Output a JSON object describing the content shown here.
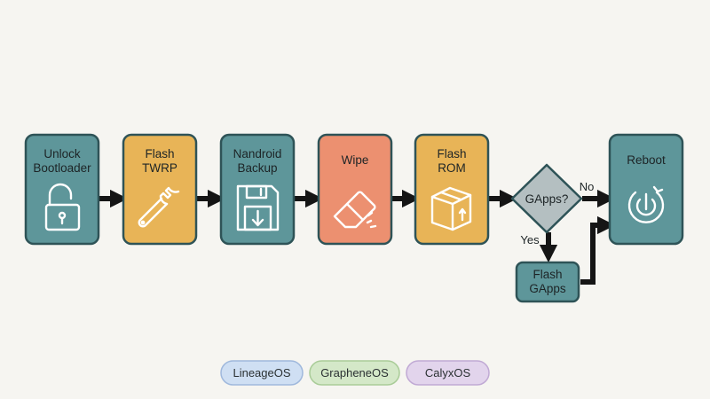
{
  "steps": [
    {
      "line1": "Unlock",
      "line2": "Bootloader",
      "icon": "unlocked-padlock-icon",
      "color": "#5e969a"
    },
    {
      "line1": "Flash",
      "line2": "TWRP",
      "icon": "wrench-icon",
      "color": "#e8b457"
    },
    {
      "line1": "Nandroid",
      "line2": "Backup",
      "icon": "floppy-save-icon",
      "color": "#5e969a"
    },
    {
      "line1": "Wipe",
      "line2": "",
      "icon": "eraser-icon",
      "color": "#ec9070"
    },
    {
      "line1": "Flash",
      "line2": "ROM",
      "icon": "package-box-icon",
      "color": "#e8b457"
    }
  ],
  "decision": {
    "label": "GApps?",
    "color": "#b4bfc1"
  },
  "branch_yes": "Yes",
  "branch_no": "No",
  "optional_step": {
    "line1": "Flash",
    "line2": "GApps",
    "color": "#5e969a"
  },
  "final_step": {
    "label": "Reboot",
    "icon": "power-icon",
    "color": "#5e969a"
  },
  "roms": [
    {
      "label": "LineageOS",
      "fill": "#cfdff3",
      "stroke": "#9fb8dc"
    },
    {
      "label": "GrapheneOS",
      "fill": "#d4e8c8",
      "stroke": "#a9cc98"
    },
    {
      "label": "CalyxOS",
      "fill": "#e2d4ec",
      "stroke": "#c0a9d4"
    }
  ],
  "colors": {
    "border": "#2e5357",
    "arrow": "#151515",
    "icon": "#ffffff"
  }
}
